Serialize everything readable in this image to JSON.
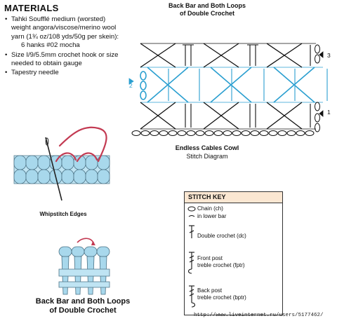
{
  "materials": {
    "heading": "MATERIALS",
    "items": [
      {
        "lines": [
          "Tahki Soufflé medium  (worsted)",
          "weight angora/viscose/merino wool",
          "yarn (1¾ oz/108 yds/50g per skein):"
        ],
        "indent": "6 hanks #02 mocha"
      },
      {
        "lines": [
          "Size I/9/5.5mm crochet hook or size",
          "needed to obtain gauge"
        ]
      },
      {
        "lines": [
          "Tapestry needle"
        ]
      }
    ]
  },
  "top_caption": [
    "Back Bar and Both Loops",
    "of Double Crochet"
  ],
  "diagram": {
    "title": "Endless Cables Cowl",
    "subtitle": "Stitch Diagram",
    "row_labels": {
      "row1": "1",
      "row2": "2",
      "row3": "3"
    },
    "colors": {
      "ink": "#111111",
      "cable": "#2a9fd0"
    }
  },
  "whipstitch_caption": "Whipstitch Edges",
  "bottom_caption": [
    "Back Bar and Both Loops",
    "of Double Crochet"
  ],
  "stitch_key": {
    "header": "STITCH KEY",
    "chain": "Chain (ch)",
    "lower_bar": "in lower bar",
    "dc": "Double crochet (dc)",
    "fptr": [
      "Front post",
      "treble crochet (fptr)"
    ],
    "bptr": [
      "Back post",
      "treble crochet (bptr)"
    ]
  },
  "watermark": "http://www.liveinternet.ru/users/5177462/",
  "colors": {
    "yarn_blue": "#a8d8ec",
    "needle_pink": "#c33a52",
    "key_header_bg": "#fbe7d2"
  }
}
